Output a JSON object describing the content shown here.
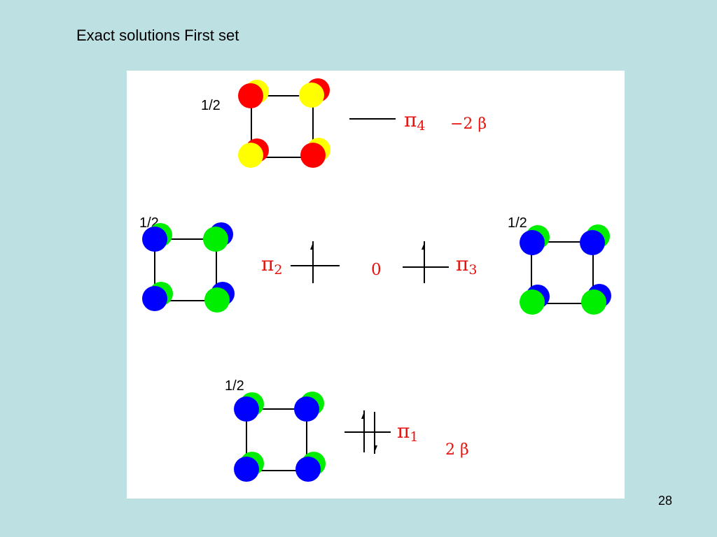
{
  "slide": {
    "title": "Exact solutions First set",
    "page_number": "28"
  },
  "colors": {
    "background": "#bde0e3",
    "panel": "#ffffff",
    "red": "#ff0000",
    "yellow": "#ffff00",
    "blue": "#0000ff",
    "green": "#00ee00",
    "label_red": "#e8120c"
  },
  "orbitals": [
    {
      "id": "pi4",
      "coefficient": "1/2",
      "label_symbol": "π",
      "label_subscript": "4",
      "energy": "−2 β",
      "electrons": 0,
      "lobe_colors": [
        "red",
        "yellow",
        "yellow",
        "red"
      ]
    },
    {
      "id": "pi2",
      "coefficient": "1/2",
      "label_symbol": "π",
      "label_subscript": "2",
      "energy": "0",
      "electrons": 1,
      "lobe_colors": [
        "blue",
        "green",
        "blue",
        "green"
      ]
    },
    {
      "id": "pi3",
      "coefficient": "1/2",
      "label_symbol": "π",
      "label_subscript": "3",
      "energy": "",
      "electrons": 1,
      "lobe_colors": [
        "blue",
        "blue",
        "green",
        "green"
      ]
    },
    {
      "id": "pi1",
      "coefficient": "1/2",
      "label_symbol": "π",
      "label_subscript": "1",
      "energy": "2 β",
      "electrons": 2,
      "lobe_colors": [
        "blue",
        "blue",
        "blue",
        "blue"
      ]
    }
  ]
}
